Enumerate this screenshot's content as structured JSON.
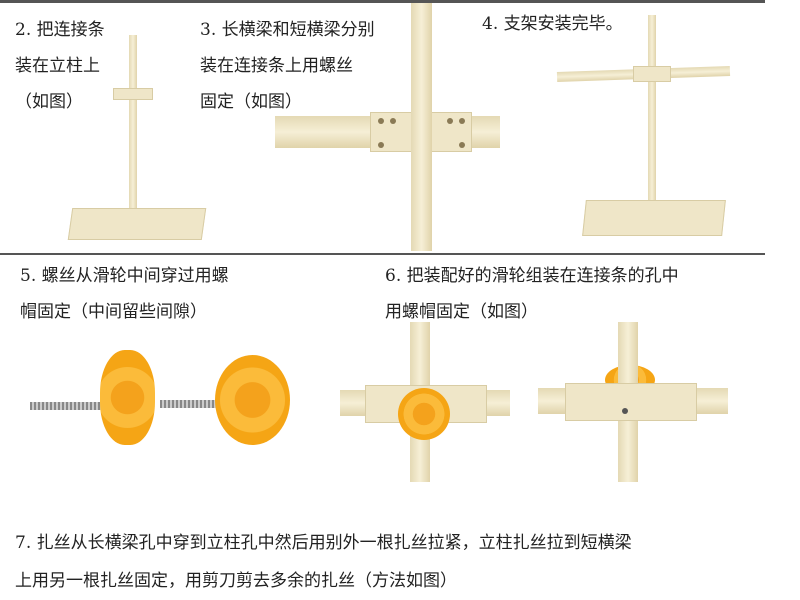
{
  "steps": {
    "s2": {
      "line1": "2. 把连接条",
      "line2": "装在立柱上",
      "line3": "（如图）"
    },
    "s3": {
      "line1": "3. 长横梁和短横梁分别",
      "line2": "装在连接条上用螺丝",
      "line3": "固定（如图）"
    },
    "s4": {
      "line1": "4. 支架安装完毕。"
    },
    "s5": {
      "line1": "5. 螺丝从滑轮中间穿过用螺",
      "line2": "帽固定（中间留些间隙）"
    },
    "s6": {
      "line1": "6. 把装配好的滑轮组装在连接条的孔中",
      "line2": "用螺帽固定（如图）"
    },
    "s7": {
      "line1": "7. 扎丝从长横梁孔中穿到立柱孔中然后用别外一根扎丝拉紧，立柱扎丝拉到短横梁",
      "line2": "上用另一根扎丝固定，用剪刀剪去多余的扎丝（方法如图）"
    }
  },
  "colors": {
    "ivory": "#efe6c8",
    "pulley": "#f5a515"
  }
}
